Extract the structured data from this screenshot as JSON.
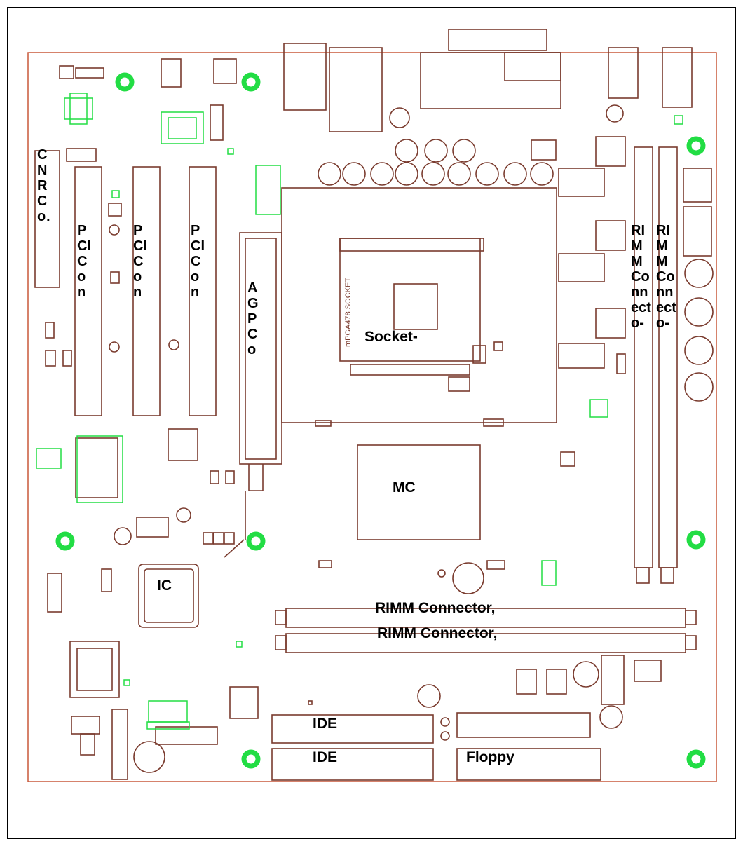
{
  "colors": {
    "outline": "#7a3b2e",
    "board_edge": "#c8583a",
    "green": "#22dd44",
    "text": "#000000",
    "frame": "#000000"
  },
  "labels": {
    "cnr": "CNRCo…",
    "pci1": "PCICon",
    "pci2": "PCICon",
    "pci3": "PCICon",
    "agp": "AGPCo",
    "rimm_v1": "RIMMConnecto-",
    "rimm_v2": "RIMMConnecto-",
    "socket": "Socket-",
    "mc": "MC",
    "ic": "IC",
    "rimm_h1": "RIMM Connector,",
    "rimm_h2": "RIMM Connector,",
    "ide1": "IDE",
    "ide2": "IDE",
    "floppy": "Floppy",
    "socket_silk": "mPGA478 SOCKET"
  },
  "icons": [
    "mounting-hole-icon",
    "capacitor-icon",
    "chip-icon"
  ]
}
